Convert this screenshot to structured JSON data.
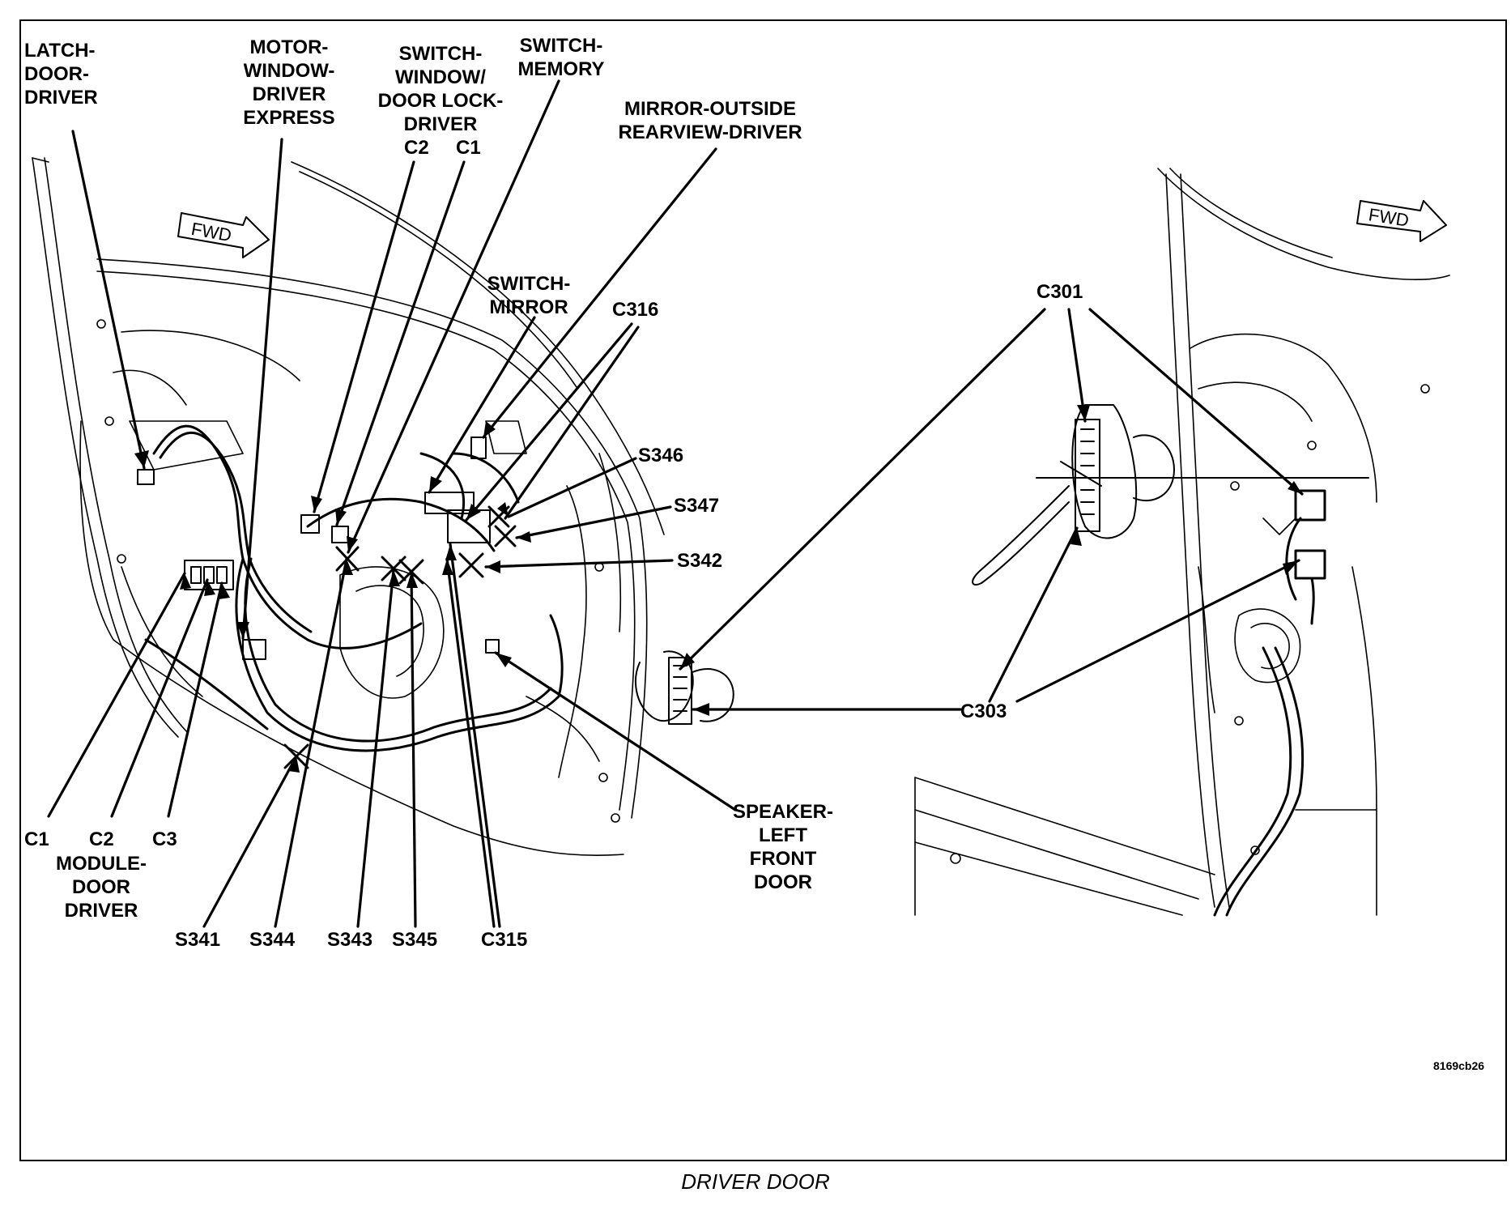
{
  "labels": {
    "latch_door_driver": "LATCH-\nDOOR-\nDRIVER",
    "motor_window_driver_express": "MOTOR-\nWINDOW-\nDRIVER\nEXPRESS",
    "switch_window_door_lock_driver": "SWITCH-\nWINDOW/\nDOOR LOCK-\nDRIVER",
    "switch_wdl_c2": "C2",
    "switch_wdl_c1": "C1",
    "switch_memory": "SWITCH-\nMEMORY",
    "mirror_outside_rearview_driver": "MIRROR-OUTSIDE\nREARVIEW-DRIVER",
    "switch_mirror": "SWITCH-\nMIRROR",
    "c316": "C316",
    "s346": "S346",
    "s347": "S347",
    "s342": "S342",
    "module_c1": "C1",
    "module_c2": "C2",
    "module_c3": "C3",
    "module_door_driver": "MODULE-\nDOOR\nDRIVER",
    "s341": "S341",
    "s344": "S344",
    "s343": "S343",
    "s345": "S345",
    "c315": "C315",
    "speaker_left_front_door": "SPEAKER-\nLEFT\nFRONT\nDOOR",
    "c301": "C301",
    "c303": "C303",
    "fwd_left": "FWD",
    "fwd_right": "FWD"
  },
  "figure_id": "8169cb26",
  "caption": "DRIVER DOOR"
}
